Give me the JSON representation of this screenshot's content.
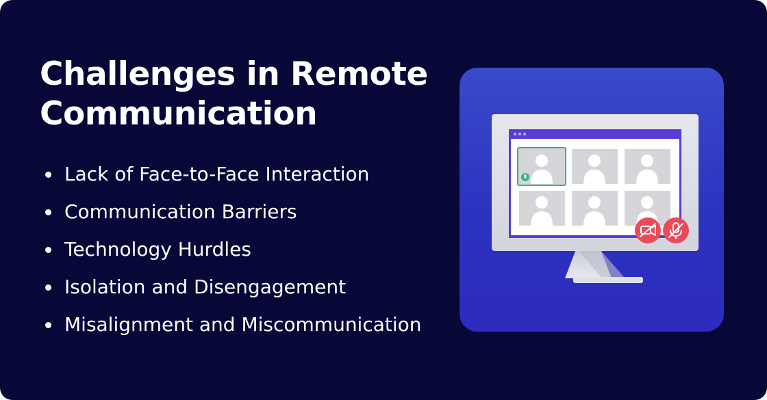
{
  "slide": {
    "title": "Challenges in Remote Communication",
    "bullets": [
      "Lack of Face-to-Face Interaction",
      "Communication Barriers",
      "Technology Hurdles",
      "Isolation and Disengagement",
      "Misalignment and Miscommunication"
    ]
  },
  "illustration": {
    "icons": [
      "monitor-icon",
      "video-participant-icon",
      "mic-active-icon",
      "camera-off-icon",
      "mic-off-icon"
    ],
    "colors": {
      "background": "#070838",
      "tile_background": "#2e36c2",
      "window_border": "#5b3bd6",
      "active_speaker": "#34b487",
      "muted_red": "#ea4a5a"
    }
  }
}
